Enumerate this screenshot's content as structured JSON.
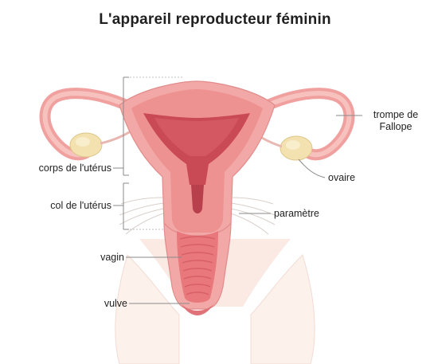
{
  "title": "L'appareil reproducteur féminin",
  "labels": {
    "trompe_line1": "trompe de",
    "trompe_line2": "Fallope",
    "ovaire": "ovaire",
    "parametre": "paramètre",
    "corps_uterus": "corps de l'utérus",
    "col_uterus": "col de l'utérus",
    "vagin": "vagin",
    "vulve": "vulve"
  },
  "colors": {
    "uterus_outer": "#f2a8a6",
    "uterus_inner": "#e8787c",
    "cavity": "#c94a55",
    "ovary": "#f3e2b0",
    "skin": "#fbe9e3",
    "leader": "#8a8a8a"
  }
}
